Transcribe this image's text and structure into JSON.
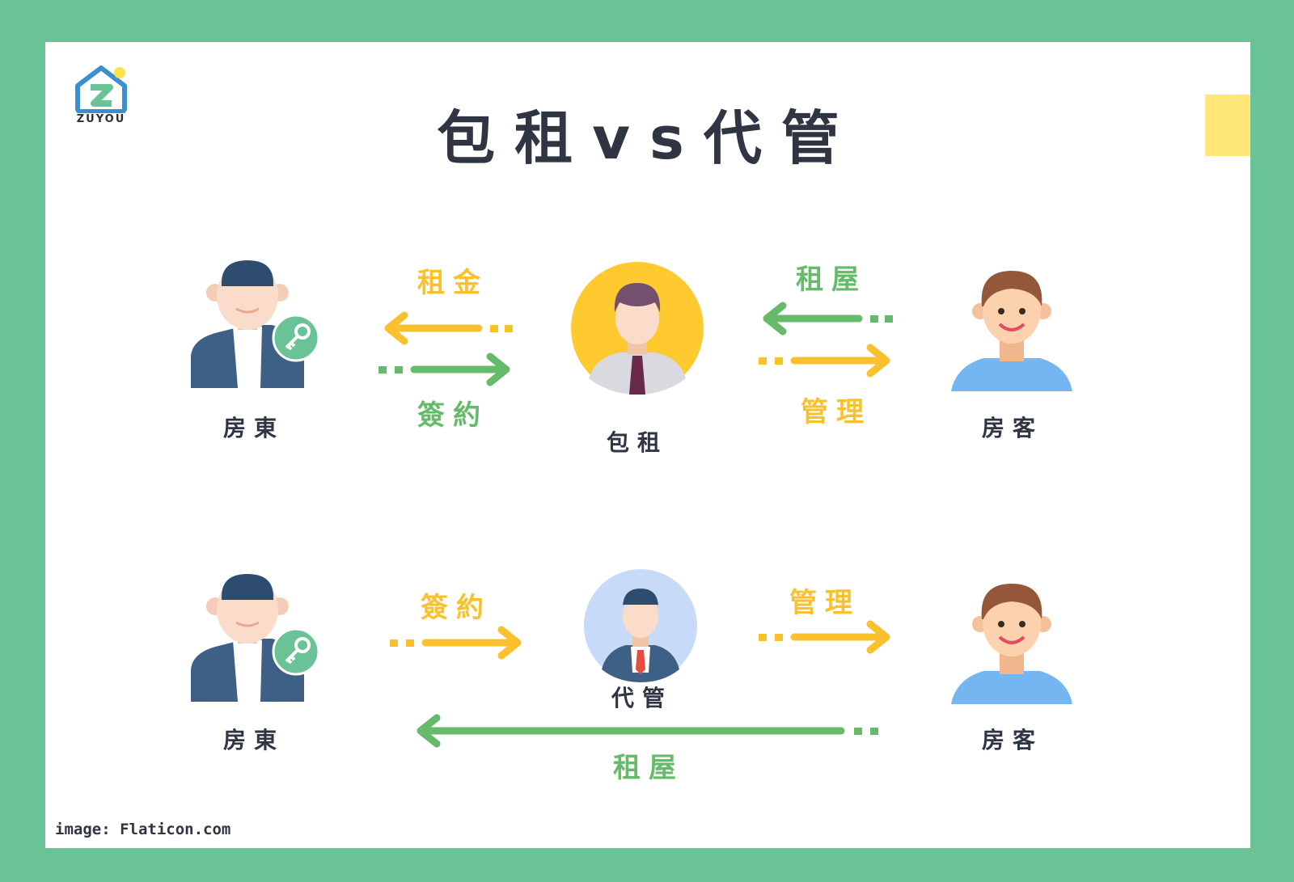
{
  "brand": {
    "logo_text": "ZUYOU"
  },
  "title": "包租vs代管",
  "colors": {
    "green": "#6AC396",
    "arrow_green": "#66BB6A",
    "arrow_yellow": "#FBC02D",
    "accent_yellow": "#FFE878",
    "text": "#2f3542"
  },
  "top_row": {
    "landlord_label": "房東",
    "center_label": "包租",
    "tenant_label": "房客",
    "left_top_arrow": "租金",
    "left_bottom_arrow": "簽約",
    "right_top_arrow": "租屋",
    "right_bottom_arrow": "管理"
  },
  "bottom_row": {
    "landlord_label": "房東",
    "center_label": "代管",
    "tenant_label": "房客",
    "left_arrow": "簽約",
    "right_arrow": "管理",
    "long_arrow": "租屋"
  },
  "credit": "image: Flaticon.com"
}
